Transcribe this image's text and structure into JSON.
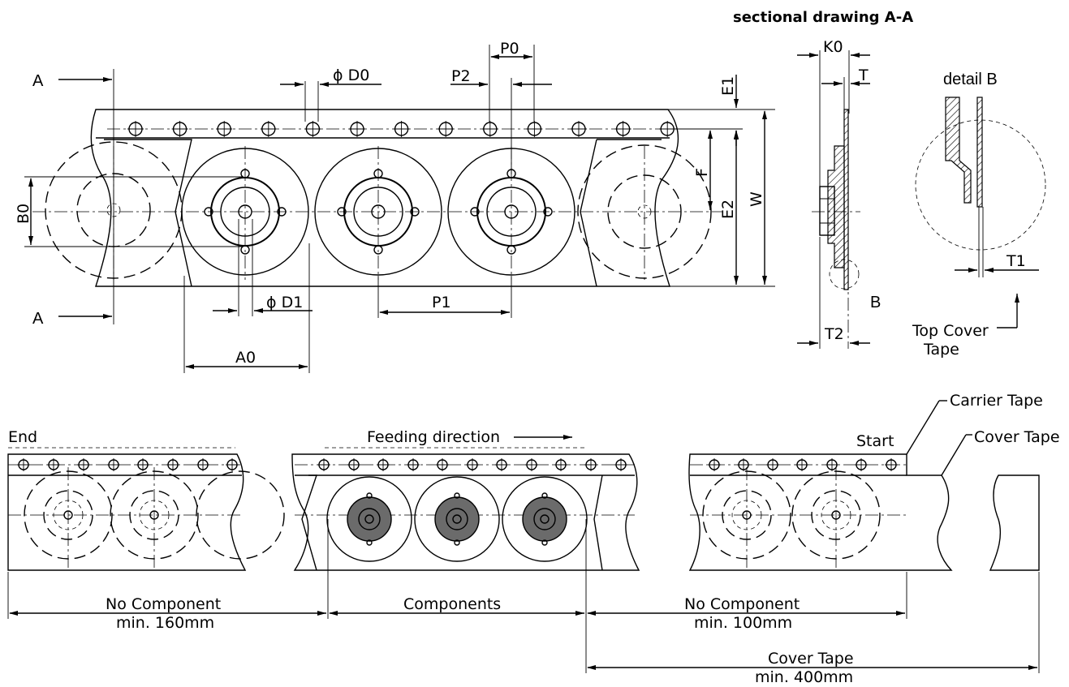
{
  "labels": {
    "sectional_title": "sectional drawing A-A",
    "detail_title": "detail B",
    "section_a_top": "A",
    "section_a_bottom": "A",
    "detail_marker": "B",
    "d0": "ϕ D0",
    "d1": "ϕ D1",
    "p0": "P0",
    "p1": "P1",
    "p2": "P2",
    "a0": "A0",
    "b0": "B0",
    "e1": "E1",
    "e2": "E2",
    "f": "F",
    "w": "W",
    "k0": "K0",
    "t": "T",
    "t1": "T1",
    "t2": "T2",
    "top_cover_tape_1": "Top Cover",
    "top_cover_tape_2": "Tape"
  },
  "bottom": {
    "end": "End",
    "start": "Start",
    "feeding_direction": "Feeding direction",
    "carrier_tape": "Carrier Tape",
    "cover_tape": "Cover Tape",
    "no_component_1": "No Component",
    "no_component_1_min": "min. 160mm",
    "components": "Components",
    "no_component_2": "No Component",
    "no_component_2_min": "min. 100mm",
    "cover_tape_len": "Cover Tape",
    "cover_tape_min": "min. 400mm"
  },
  "colors": {
    "line": "#000000",
    "component_fill": "#6b6b6b",
    "background": "#ffffff"
  }
}
